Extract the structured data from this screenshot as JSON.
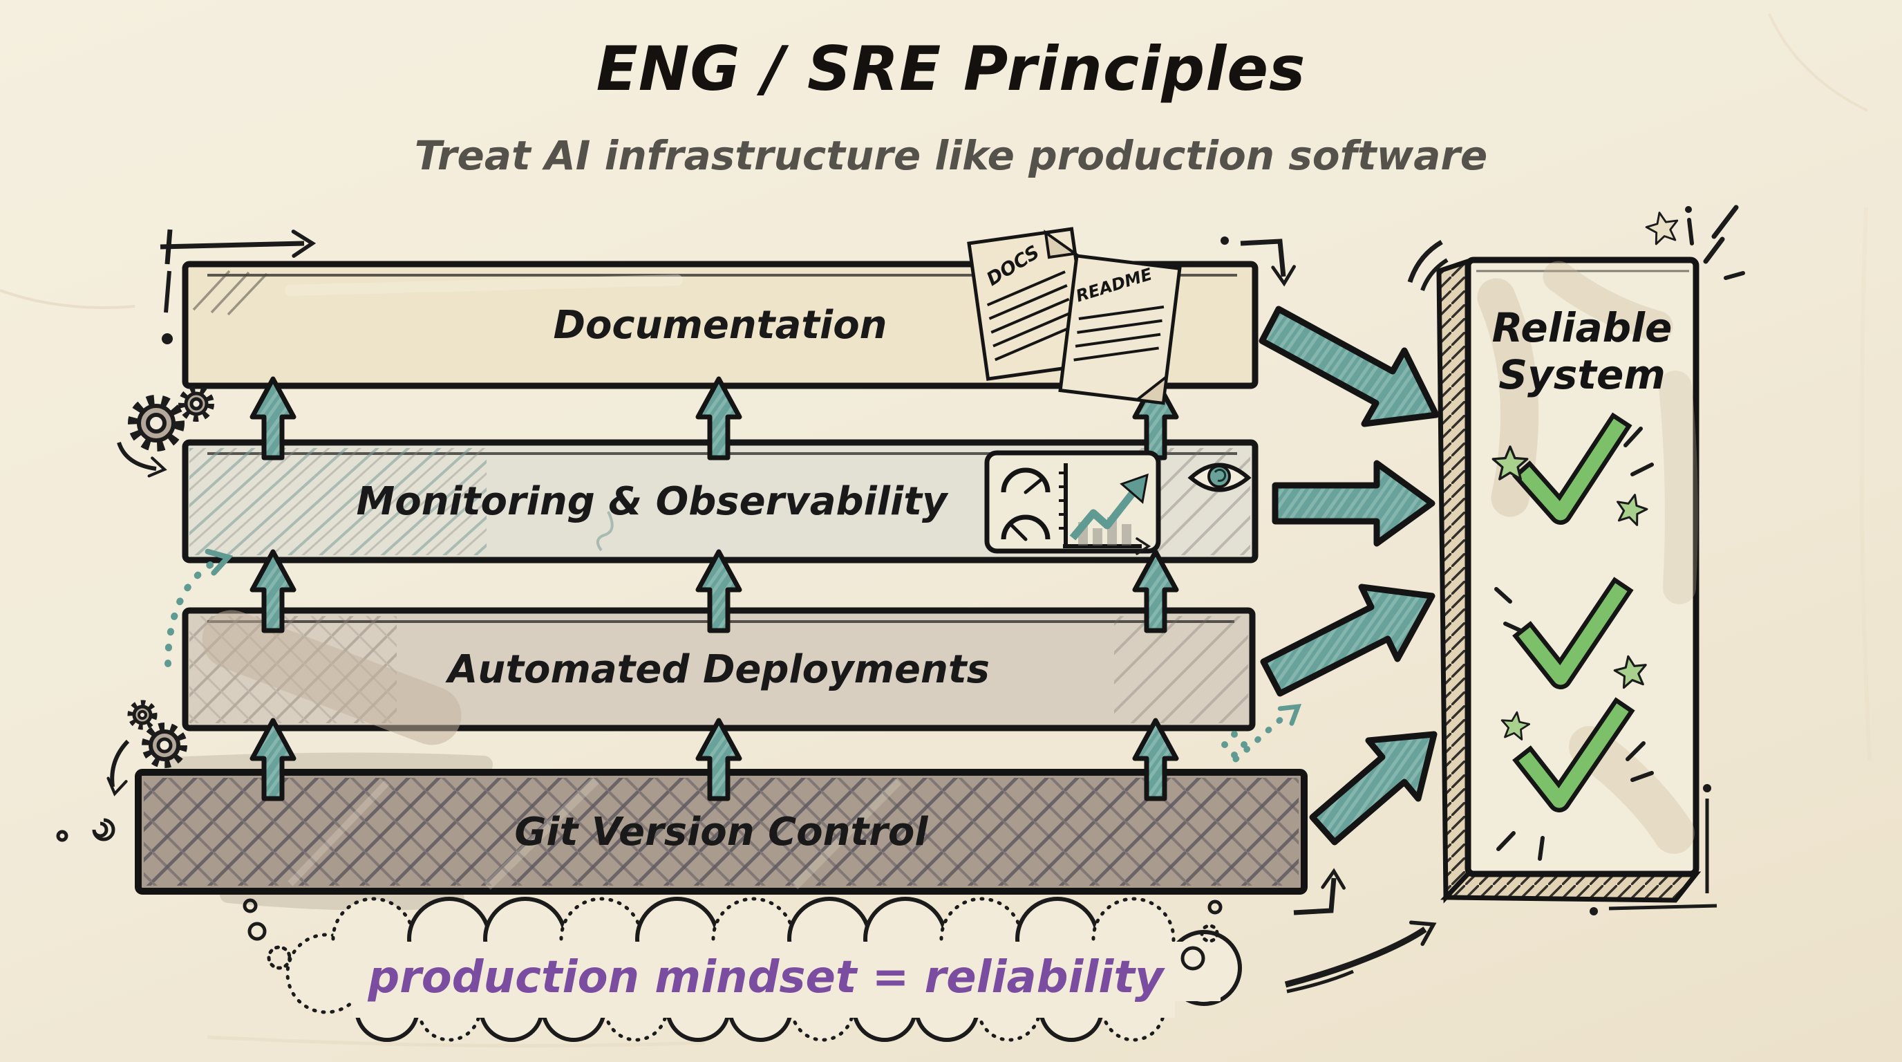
{
  "title": "ENG / SRE Principles",
  "subtitle": "Treat AI infrastructure like production software",
  "stack": {
    "layers": [
      {
        "label": "Documentation"
      },
      {
        "label": "Monitoring & Observability"
      },
      {
        "label": "Automated Deployments"
      },
      {
        "label": "Git Version Control"
      }
    ]
  },
  "papers": {
    "doc_label": "DOCS",
    "readme_label": "README"
  },
  "result_panel": {
    "line1": "Reliable",
    "line2": "System",
    "checkmark_count": 3,
    "star_count": 4
  },
  "thought_bubble": {
    "text": "production mindset = reliability"
  },
  "icons": {
    "gears": "gears-icon",
    "dashboard": "gauge-dashboard-icon",
    "eye": "eye-icon",
    "docs_paper": "docs-paper-icon",
    "readme_paper": "readme-paper-icon",
    "checkmark": "green-checkmark-icon",
    "star": "star-icon",
    "up_arrow": "teal-up-arrow",
    "right_arrow": "teal-right-arrow"
  },
  "colors": {
    "background": "#f2ebd9",
    "ink": "#1b1b1b",
    "teal_arrow": "#68a29a",
    "green_check": "#7cc169",
    "green_star": "#a8d18e",
    "purple_text": "#7a4da0",
    "documentation_bar": "#eee4c9",
    "monitoring_bar": "#e3e0d4",
    "deployments_bar": "#d9cfc1",
    "git_bar": "#a99b8e",
    "panel_fill": "#f2ecdb"
  }
}
